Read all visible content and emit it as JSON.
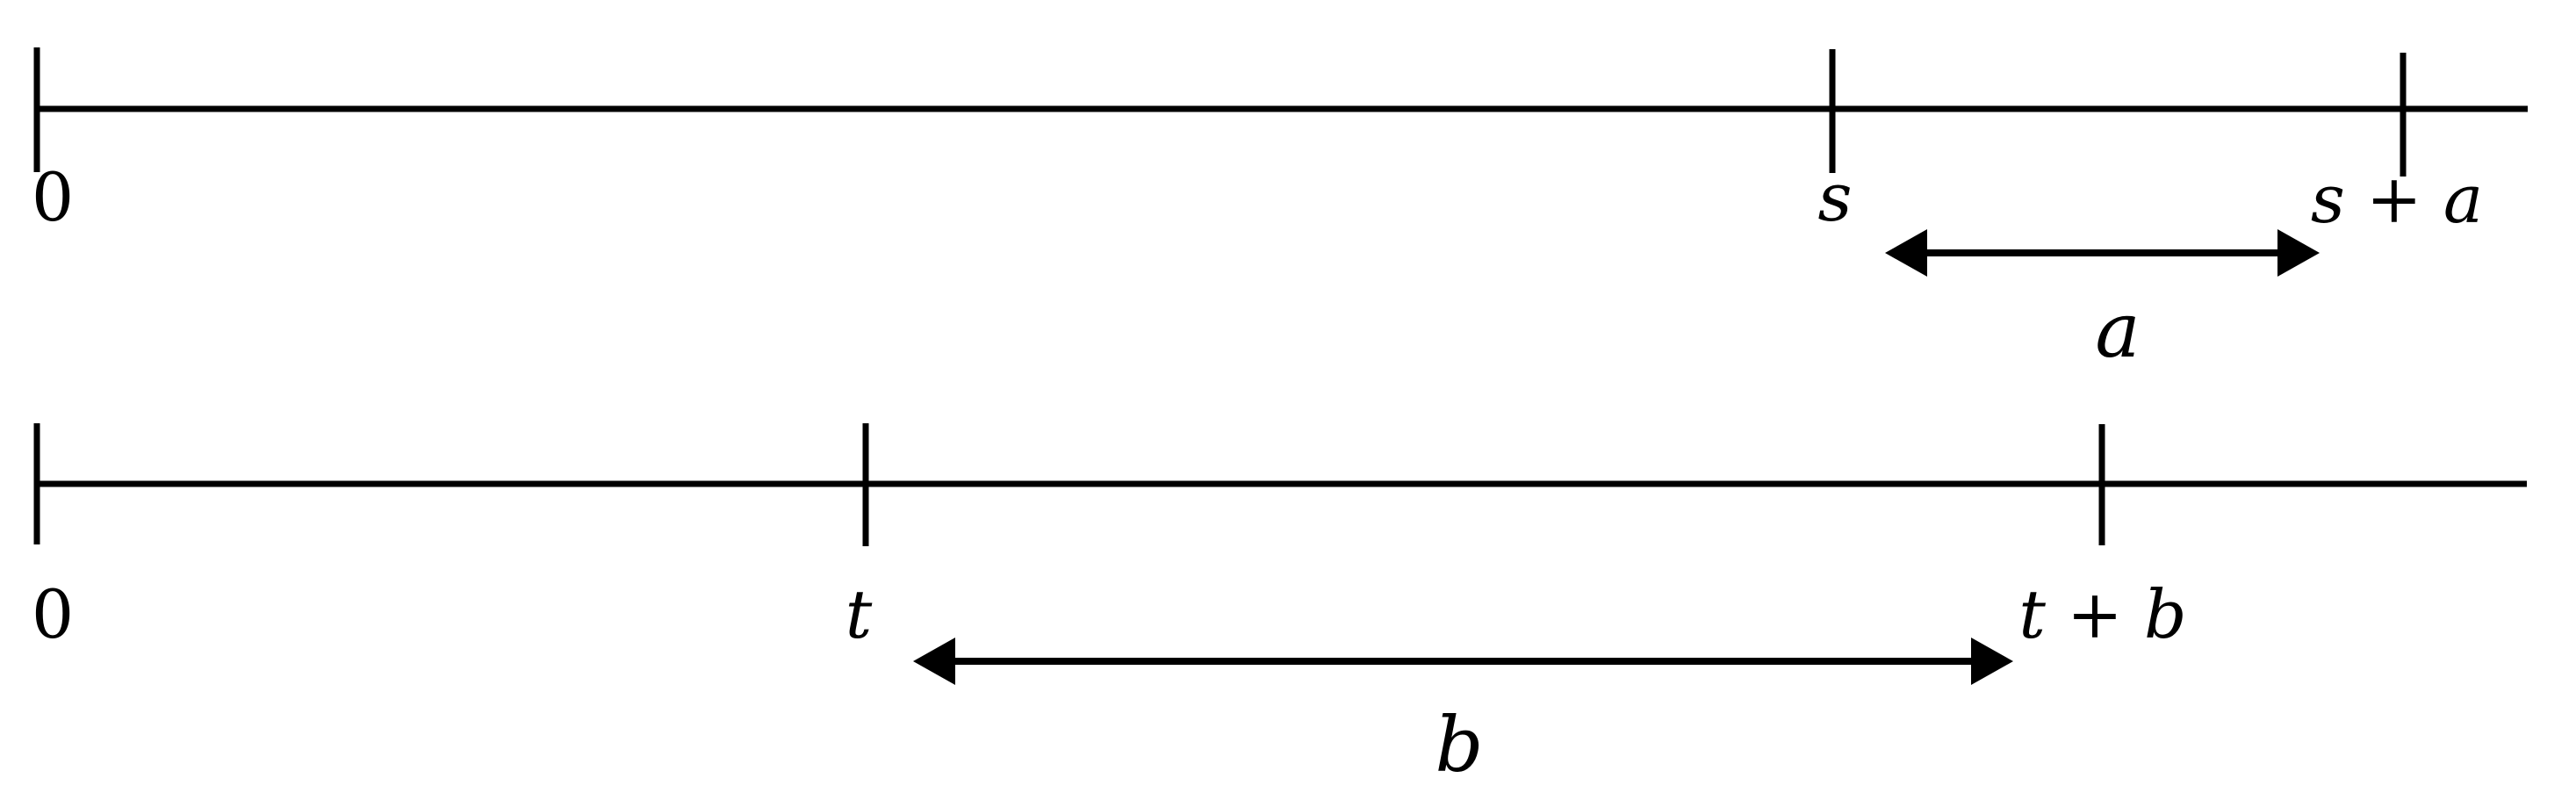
{
  "figure": {
    "background_color": "#ffffff",
    "ink_color": "#000000"
  },
  "top_line": {
    "tick_labels": [
      "0",
      "s",
      "s + a"
    ],
    "interval_label": "a"
  },
  "bottom_line": {
    "tick_labels": [
      "0",
      "t",
      "t + b"
    ],
    "interval_label": "b"
  }
}
